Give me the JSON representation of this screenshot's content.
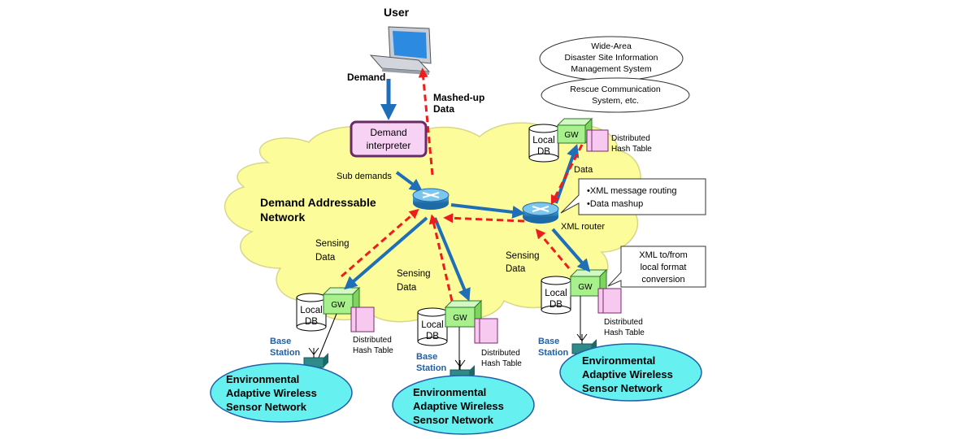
{
  "user": {
    "label": "User"
  },
  "left_arrows": {
    "demand": "Demand",
    "mashed_up_line1": "Mashed-up",
    "mashed_up_line2": "Data"
  },
  "interpreter": {
    "line1": "Demand",
    "line2": "interpreter"
  },
  "sub_demands": "Sub demands",
  "network_label": {
    "line1": "Demand Addressable",
    "line2": "Network"
  },
  "ellipse_wide_area": {
    "line1": "Wide-Area",
    "line2": "Disaster Site  Information",
    "line3": "Management System"
  },
  "ellipse_rescue": {
    "line1": "Rescue Communication",
    "line2": "System, etc."
  },
  "callout_router": {
    "line1": "•XML  message routing",
    "line2": "•Data  mashup"
  },
  "callout_format": {
    "line1": "XML  to/from",
    "line2": "local format",
    "line3": "conversion"
  },
  "xml_router_label": "XML  router",
  "data_label": "Data",
  "sensing_data": {
    "line1": "Sensing",
    "line2": "Data"
  },
  "node": {
    "gw": "GW",
    "db_line1": "Local",
    "db_line2": "DB",
    "dht_line1": "Distributed",
    "dht_line2": "Hash Table",
    "base_line1": "Base",
    "base_line2": "Station"
  },
  "sensor_network": {
    "line1": "Environmental",
    "line2": "Adaptive   Wireless",
    "line3": "Sensor Network"
  },
  "colors": {
    "cloud": "#fdfc9a",
    "sensor_ellipse": "#66f0f0",
    "gw": "#a8f08c",
    "dht": "#f7c8f0",
    "interpreter": "#f7d2f5",
    "interpreter_border": "#6a2a66",
    "blue_arrow": "#1f6fb8",
    "red_arrow": "#ee1c1c"
  }
}
